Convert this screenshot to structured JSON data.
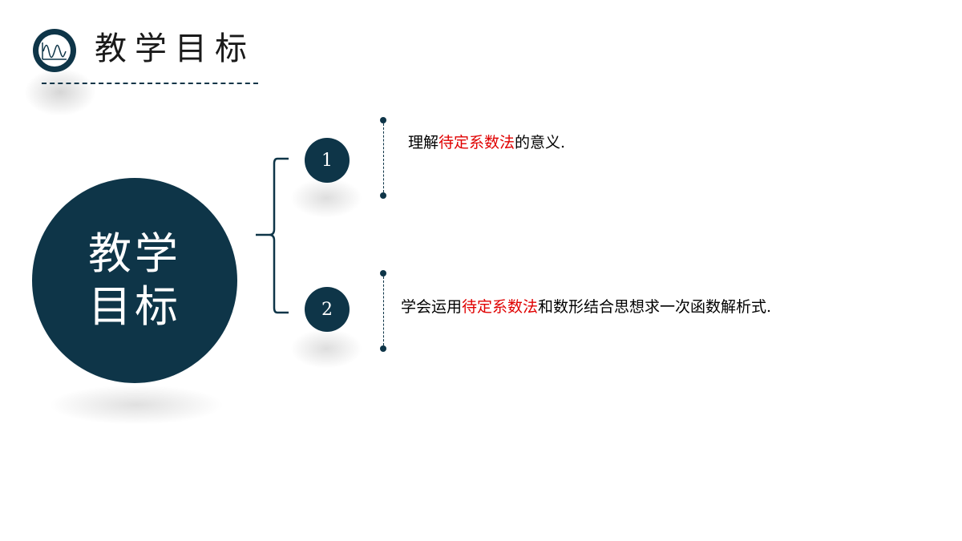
{
  "header": {
    "title": "教学目标",
    "logo_icon": "wave-chart-icon"
  },
  "center": {
    "line1": "教学",
    "line2": "目标"
  },
  "goals": [
    {
      "number": "1",
      "before": "理解",
      "highlight": "待定系数法",
      "after": "的意义."
    },
    {
      "number": "2",
      "before": "学会运用",
      "highlight": "待定系数法",
      "after": "和数形结合思想求一次函数解析式."
    }
  ],
  "colors": {
    "primary": "#0e3548",
    "highlight": "#e00000",
    "text": "#000000"
  }
}
